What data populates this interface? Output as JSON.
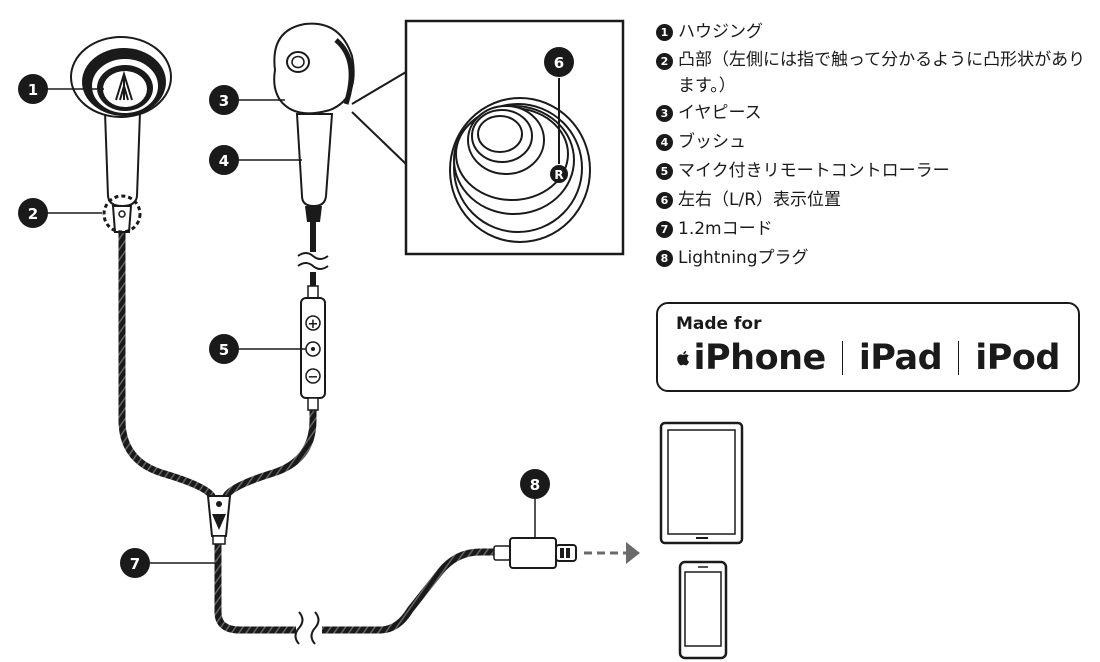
{
  "callouts": [
    "1",
    "2",
    "3",
    "4",
    "5",
    "6",
    "7",
    "8"
  ],
  "remote_symbols": {
    "plus": "+",
    "minus": "−"
  },
  "r_mark": "R",
  "legend": [
    {
      "num": "1",
      "label": "ハウジング"
    },
    {
      "num": "2",
      "label": "凸部（左側には指で触って分かるように凸形状があります。）"
    },
    {
      "num": "3",
      "label": "イヤピース"
    },
    {
      "num": "4",
      "label": "ブッシュ"
    },
    {
      "num": "5",
      "label": "マイク付きリモートコントローラー"
    },
    {
      "num": "6",
      "label": "左右（L/R）表示位置"
    },
    {
      "num": "7",
      "label": "1.2mコード"
    },
    {
      "num": "8",
      "label": "Lightningプラグ"
    }
  ],
  "badge": {
    "made_for": "Made for",
    "products": [
      "iPhone",
      "iPad",
      "iPod"
    ]
  },
  "icons": {
    "apple_logo": "apple-logo-icon",
    "arrow": "arrow-right-icon",
    "cut": "cord-break-icon"
  },
  "colors": {
    "ink": "#1a1a1a",
    "background": "#ffffff"
  }
}
